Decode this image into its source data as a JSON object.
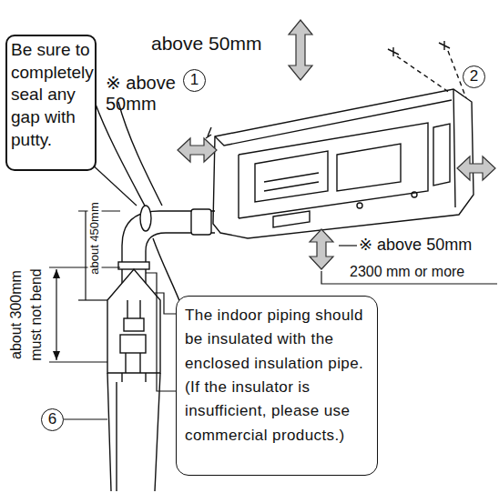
{
  "diagram": {
    "nodes": [
      {
        "text": [
          "Be sure to completely seal any gap with putty."
        ]
      },
      {
        "text": [
          "The indoor piping should be insulated with the enclosed insulation pipe. (If the insulator is insufficient, please use commercial products.)"
        ]
      }
    ],
    "labels": [
      "above 50mm",
      "※ above 50mm",
      "1",
      "2",
      "※ above 50mm",
      "2300 mm or more",
      "about 450mm",
      "about 300mm",
      "must not bend",
      "6"
    ]
  }
}
